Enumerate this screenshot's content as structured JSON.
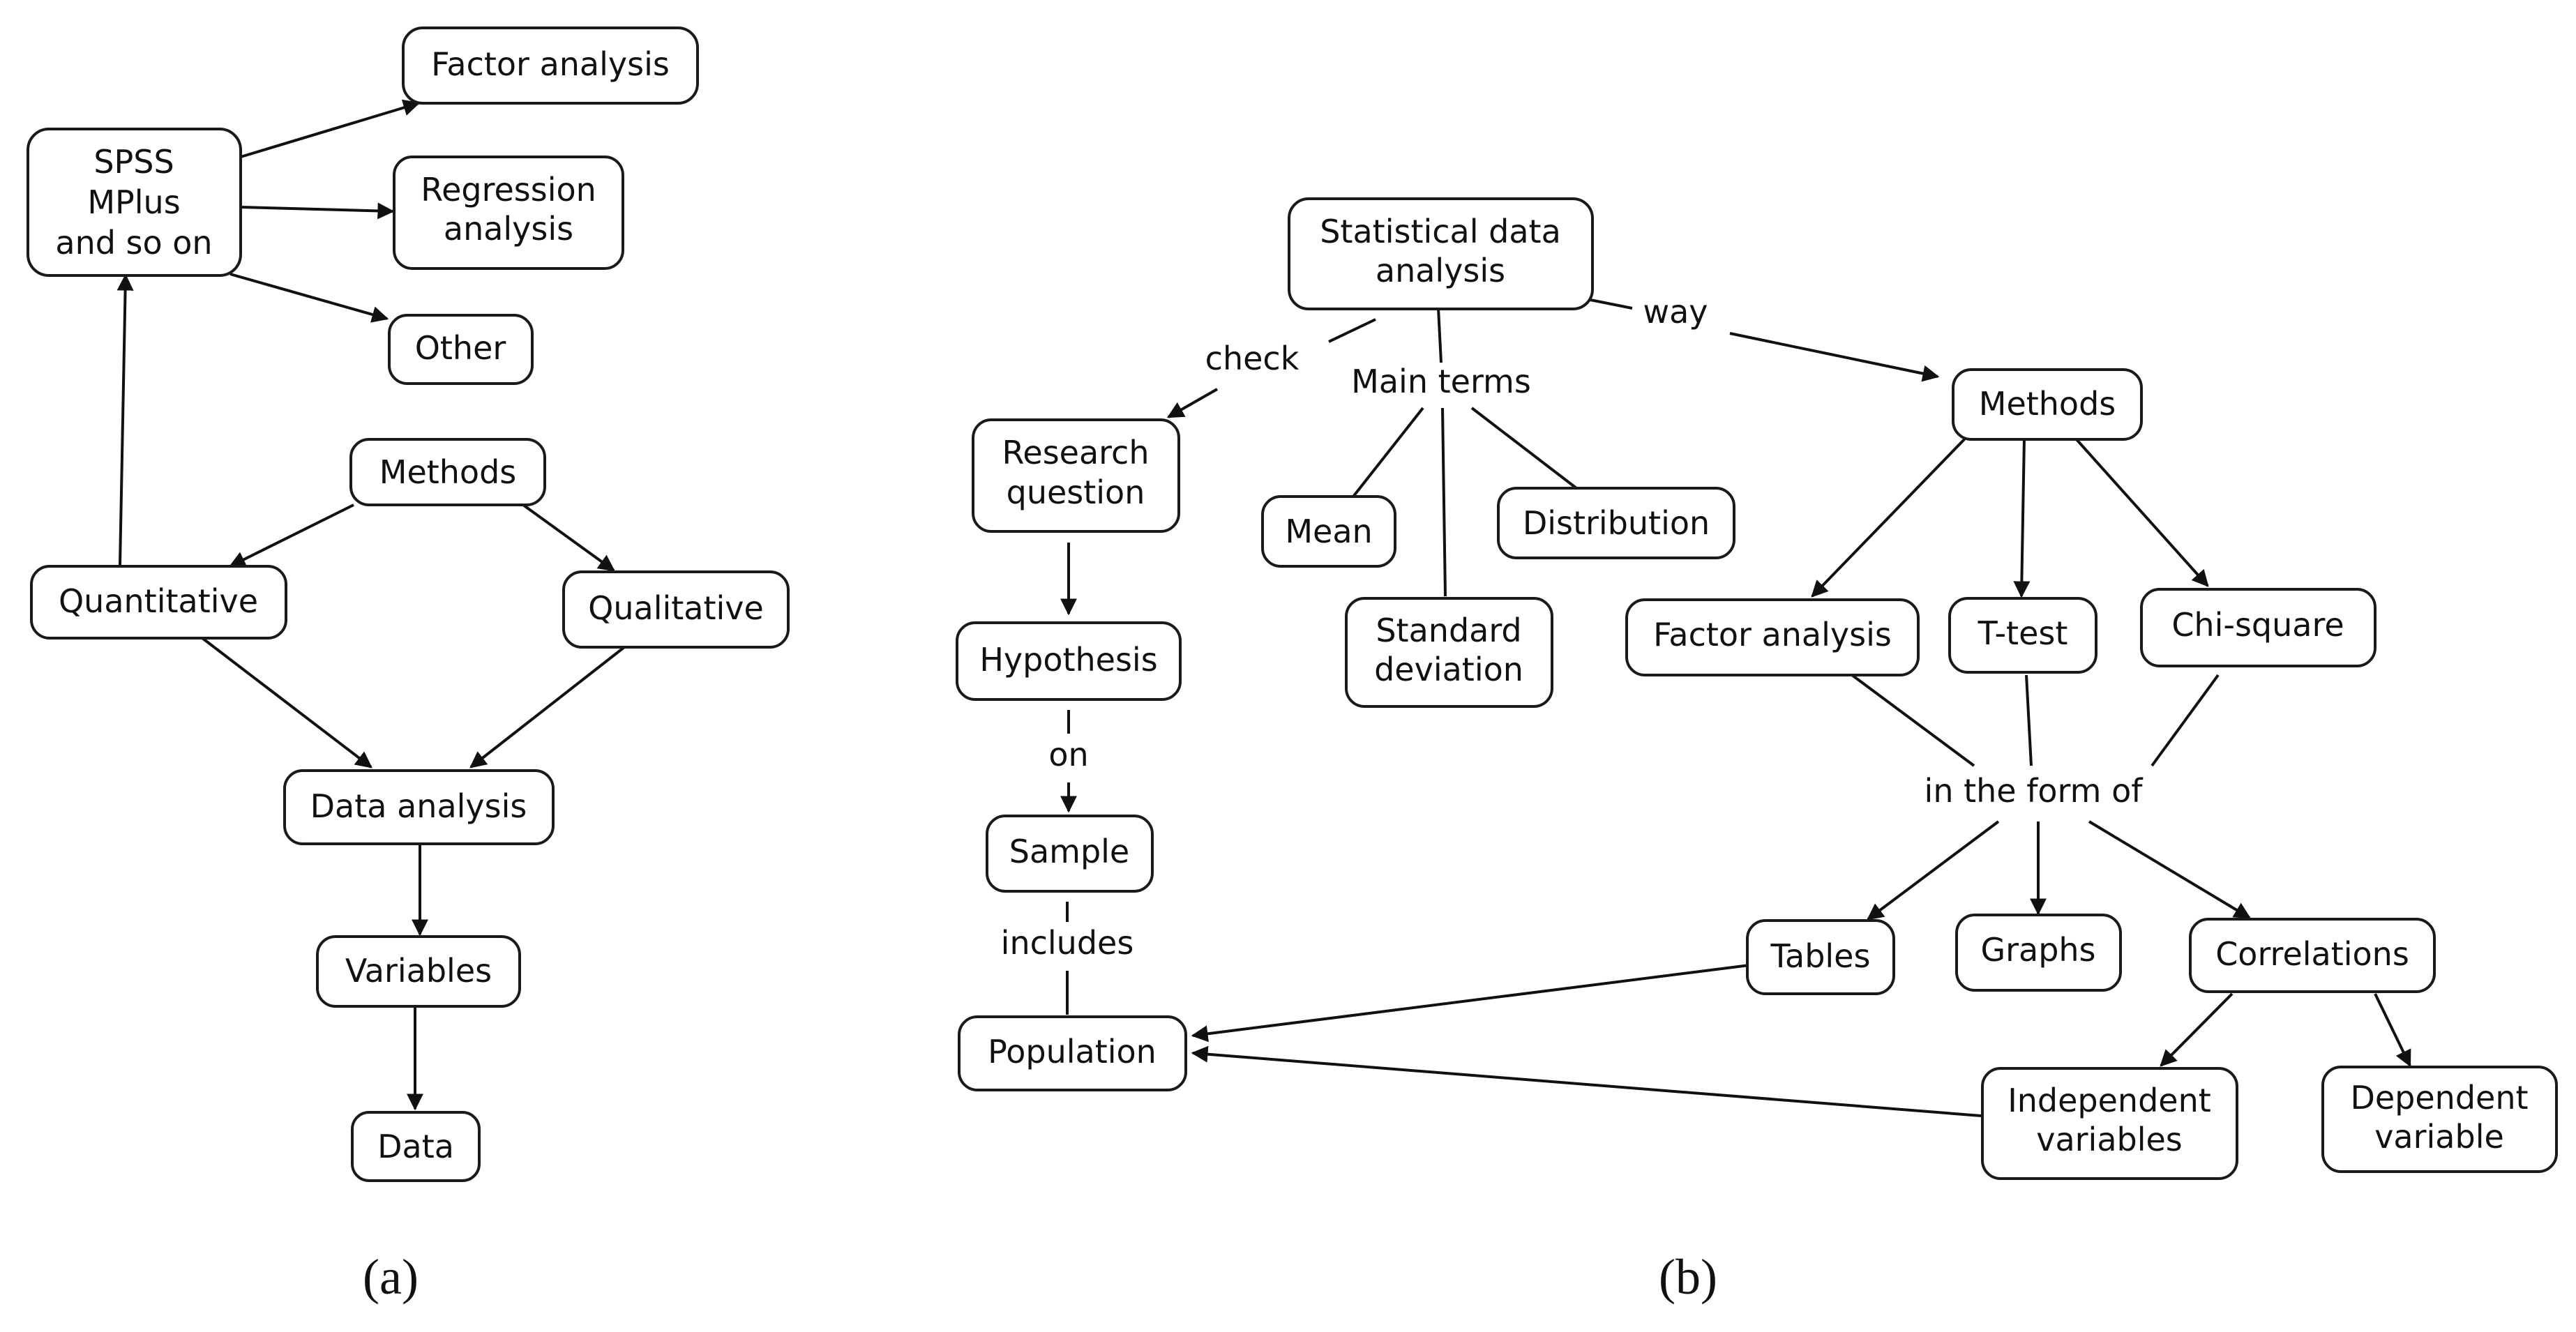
{
  "panels": {
    "a": {
      "label": "(a)",
      "nodes": {
        "factor_analysis": "Factor analysis",
        "spss": [
          "SPSS",
          "MPlus",
          "and so on"
        ],
        "regression": [
          "Regression",
          "analysis"
        ],
        "other": "Other",
        "methods": "Methods",
        "quantitative": "Quantitative",
        "qualitative": "Qualitative",
        "data_analysis": "Data analysis",
        "variables": "Variables",
        "data": "Data"
      }
    },
    "b": {
      "label": "(b)",
      "nodes": {
        "statistical": [
          "Statistical data",
          "analysis"
        ],
        "research_question": [
          "Research",
          "question"
        ],
        "hypothesis": "Hypothesis",
        "sample": "Sample",
        "population": "Population",
        "mean": "Mean",
        "distribution": "Distribution",
        "std_dev": [
          "Standard",
          "deviation"
        ],
        "methods": "Methods",
        "factor_analysis": "Factor analysis",
        "t_test": "T-test",
        "chi_square": "Chi-square",
        "tables": "Tables",
        "graphs": "Graphs",
        "correlations": "Correlations",
        "independent": [
          "Independent",
          "variables"
        ],
        "dependent": [
          "Dependent",
          "variable"
        ]
      },
      "edge_labels": {
        "check": "check",
        "main_terms": "Main terms",
        "way": "way",
        "on": "on",
        "includes": "includes",
        "in_the_form_of": "in the form of"
      }
    }
  }
}
